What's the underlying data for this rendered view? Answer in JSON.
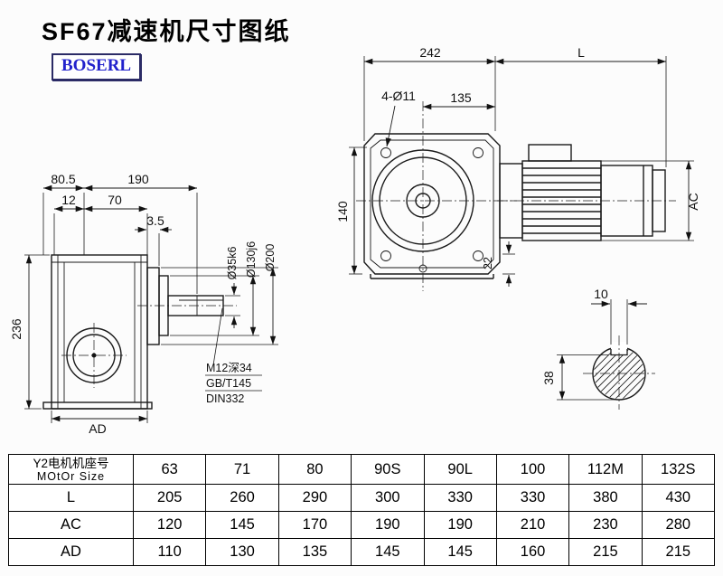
{
  "title": "SF67减速机尺寸图纸",
  "logo": "BOSERL",
  "front_view": {
    "dim_width": "242",
    "dim_motor_length": "L",
    "dim_bolt_holes": "4-Ø11",
    "dim_flange": "135",
    "dim_height": "140",
    "dim_foot": "22",
    "dim_motor_height": "AC"
  },
  "side_view": {
    "dim_80_5": "80.5",
    "dim_190": "190",
    "dim_12": "12",
    "dim_70": "70",
    "dim_3_5": "3.5",
    "dim_236": "236",
    "dim_AD": "AD",
    "label_shaft": "Ø35k6",
    "label_spigot": "Ø130j6",
    "label_flange": "Ø200",
    "note_line1": "M12深34",
    "note_line2": "GB/T145",
    "note_line3": "DIN332"
  },
  "section_view": {
    "dim_key_width": "10",
    "dim_key_depth": "38"
  },
  "table": {
    "motor": {
      "label_cn": "Y2电机机座号",
      "label_en": "MOtOr Size",
      "values": [
        "63",
        "71",
        "80",
        "90S",
        "90L",
        "100",
        "112M",
        "132S"
      ]
    },
    "rows": [
      {
        "label": "L",
        "values": [
          "205",
          "260",
          "290",
          "300",
          "330",
          "330",
          "380",
          "430"
        ]
      },
      {
        "label": "AC",
        "values": [
          "120",
          "145",
          "170",
          "190",
          "190",
          "210",
          "230",
          "280"
        ]
      },
      {
        "label": "AD",
        "values": [
          "110",
          "130",
          "135",
          "145",
          "145",
          "160",
          "215",
          "215"
        ]
      }
    ]
  }
}
